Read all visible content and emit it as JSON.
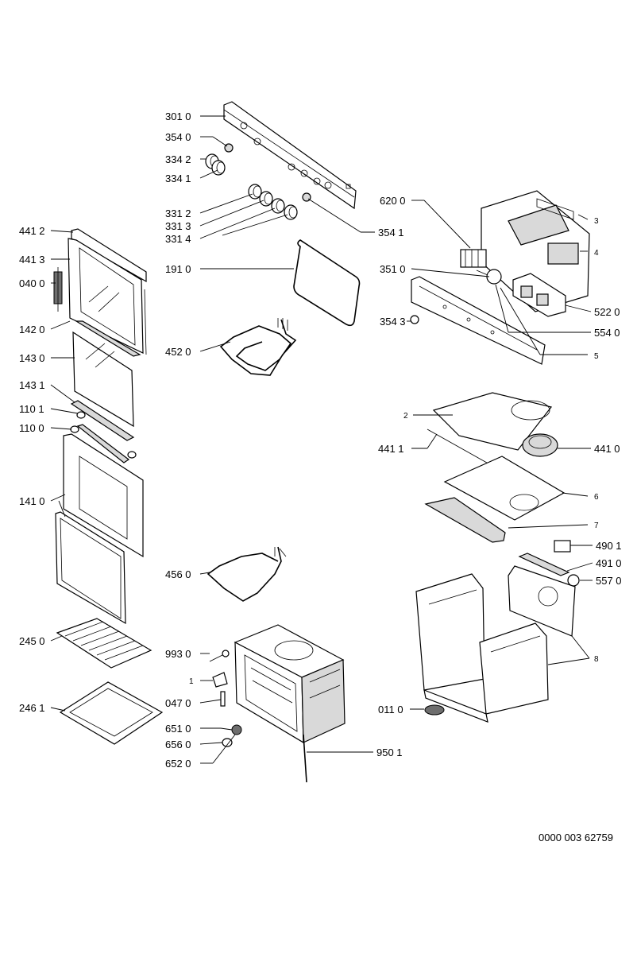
{
  "diagram": {
    "document_number": "0000 003 62759",
    "labels": {
      "l3010": "301 0",
      "l3540": "354 0",
      "l3342": "334 2",
      "l3341": "334 1",
      "l3312": "331 2",
      "l3313": "331 3",
      "l3314": "331 4",
      "l3541": "354 1",
      "l1910": "191 0",
      "l4520": "452 0",
      "l4560": "456 0",
      "l4412": "441 2",
      "l4413": "441 3",
      "l0400": "040 0",
      "l1420": "142 0",
      "l1430": "143 0",
      "l1431": "143 1",
      "l1101": "110 1",
      "l1100": "110 0",
      "l1410": "141 0",
      "l2450": "245 0",
      "l2461": "246 1",
      "l9930": "993 0",
      "l1": "1",
      "l0470": "047 0",
      "l6510": "651 0",
      "l6560": "656 0",
      "l6520": "652 0",
      "l9501": "950 1",
      "l6200": "620 0",
      "l3": "3",
      "l4": "4",
      "l3510": "351 0",
      "l5220": "522 0",
      "l3543": "354 3",
      "l5540": "554 0",
      "l5": "5",
      "l2": "2",
      "l4411": "441 1",
      "l4410": "441 0",
      "l6": "6",
      "l7": "7",
      "l4901": "490 1",
      "l4910": "491 0",
      "l5570": "557 0",
      "l8": "8",
      "l0110": "011 0"
    }
  }
}
